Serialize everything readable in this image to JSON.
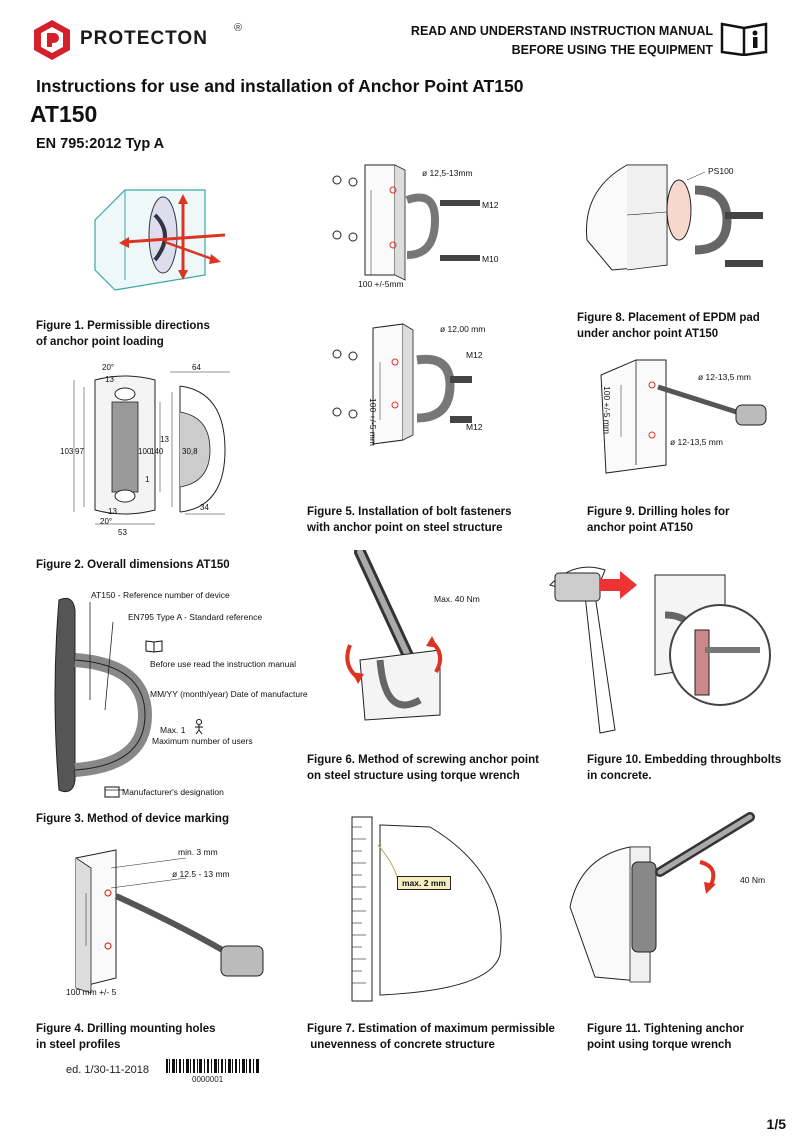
{
  "header": {
    "brand": "PROTECTON",
    "registered": "®",
    "warning_line1": "READ AND UNDERSTAND INSTRUCTION MANUAL",
    "warning_line2": "BEFORE USING THE EQUIPMENT"
  },
  "title": "Instructions for use and installation of Anchor Point AT150",
  "model": "AT150",
  "norm": "EN 795:2012 Typ A",
  "figures": {
    "fig1": {
      "line1": "Figure 1. Permissible directions",
      "line2": "of anchor point loading"
    },
    "fig2": {
      "line1": "Figure 2. Overall dimensions AT150"
    },
    "fig3": {
      "line1": "Figure 3. Method of device marking"
    },
    "fig4": {
      "line1": "Figure 4. Drilling mounting holes",
      "line2": "in steel profiles"
    },
    "fig5": {
      "line1": "Figure 5. Installation of bolt fasteners",
      "line2": "with anchor point on steel structure"
    },
    "fig6": {
      "line1": "Figure 6. Method of screwing anchor point",
      "line2": "on steel structure using torque wrench"
    },
    "fig7": {
      "line1": "Figure 7. Estimation of maximum permissible",
      "line2": " unevenness of concrete structure"
    },
    "fig8": {
      "line1": "Figure 8. Placement of EPDM pad",
      "line2": "under anchor point AT150"
    },
    "fig9": {
      "line1": "Figure 9. Drilling holes for",
      "line2": "anchor point AT150"
    },
    "fig10": {
      "line1": "Figure 10. Embedding throughbolts",
      "line2": "in concrete."
    },
    "fig11": {
      "line1": "Figure 11. Tightening anchor",
      "line2": "point using torque wrench"
    }
  },
  "dimensions": {
    "top": "64",
    "angle_top": "20°",
    "upper": "13",
    "h103": "103",
    "h97": "97",
    "h100": "100",
    "h140": "140",
    "w13": "13",
    "d30": "30,8",
    "lower": "13",
    "angle_bottom": "20°",
    "w53": "53",
    "w34": "34",
    "r1": "1"
  },
  "marking": {
    "ref": "AT150 - Reference number of device",
    "std": "EN795 Type A - Standard reference",
    "read": "Before use read the instruction manual",
    "date": "MM/YY (month/year) Date of manufacture",
    "max": "Max. 1",
    "users": "Maximum number of users",
    "maker": "Manufacturer's designation"
  },
  "labels": {
    "f4_min": "min. 3 mm",
    "f4_dia": "ø 12.5 - 13 mm",
    "f4_dist": "100 mm +/- 5",
    "f5_dia": "ø 12,00 mm",
    "f5_m12a": "M12",
    "f5_m12b": "M12",
    "f5_dist": "100 +/-5 mm",
    "f5t_dia": "ø 12,5-13mm",
    "f5t_m12": "M12",
    "f5t_m10": "M10",
    "f5t_dist": "100 +/-5mm",
    "f6_torque": "Max. 40 Nm",
    "f7_max": "max. 2 mm",
    "f8_pad": "PS100",
    "f9_dia1": "ø 12-13,5 mm",
    "f9_dia2": "ø 12-13,5 mm",
    "f9_dist": "100 +/-5 mm",
    "f11_torque": "40 Nm"
  },
  "footer": {
    "edition": "ed. 1/30-11-2018",
    "serial": "0000001",
    "page": "1/5"
  }
}
